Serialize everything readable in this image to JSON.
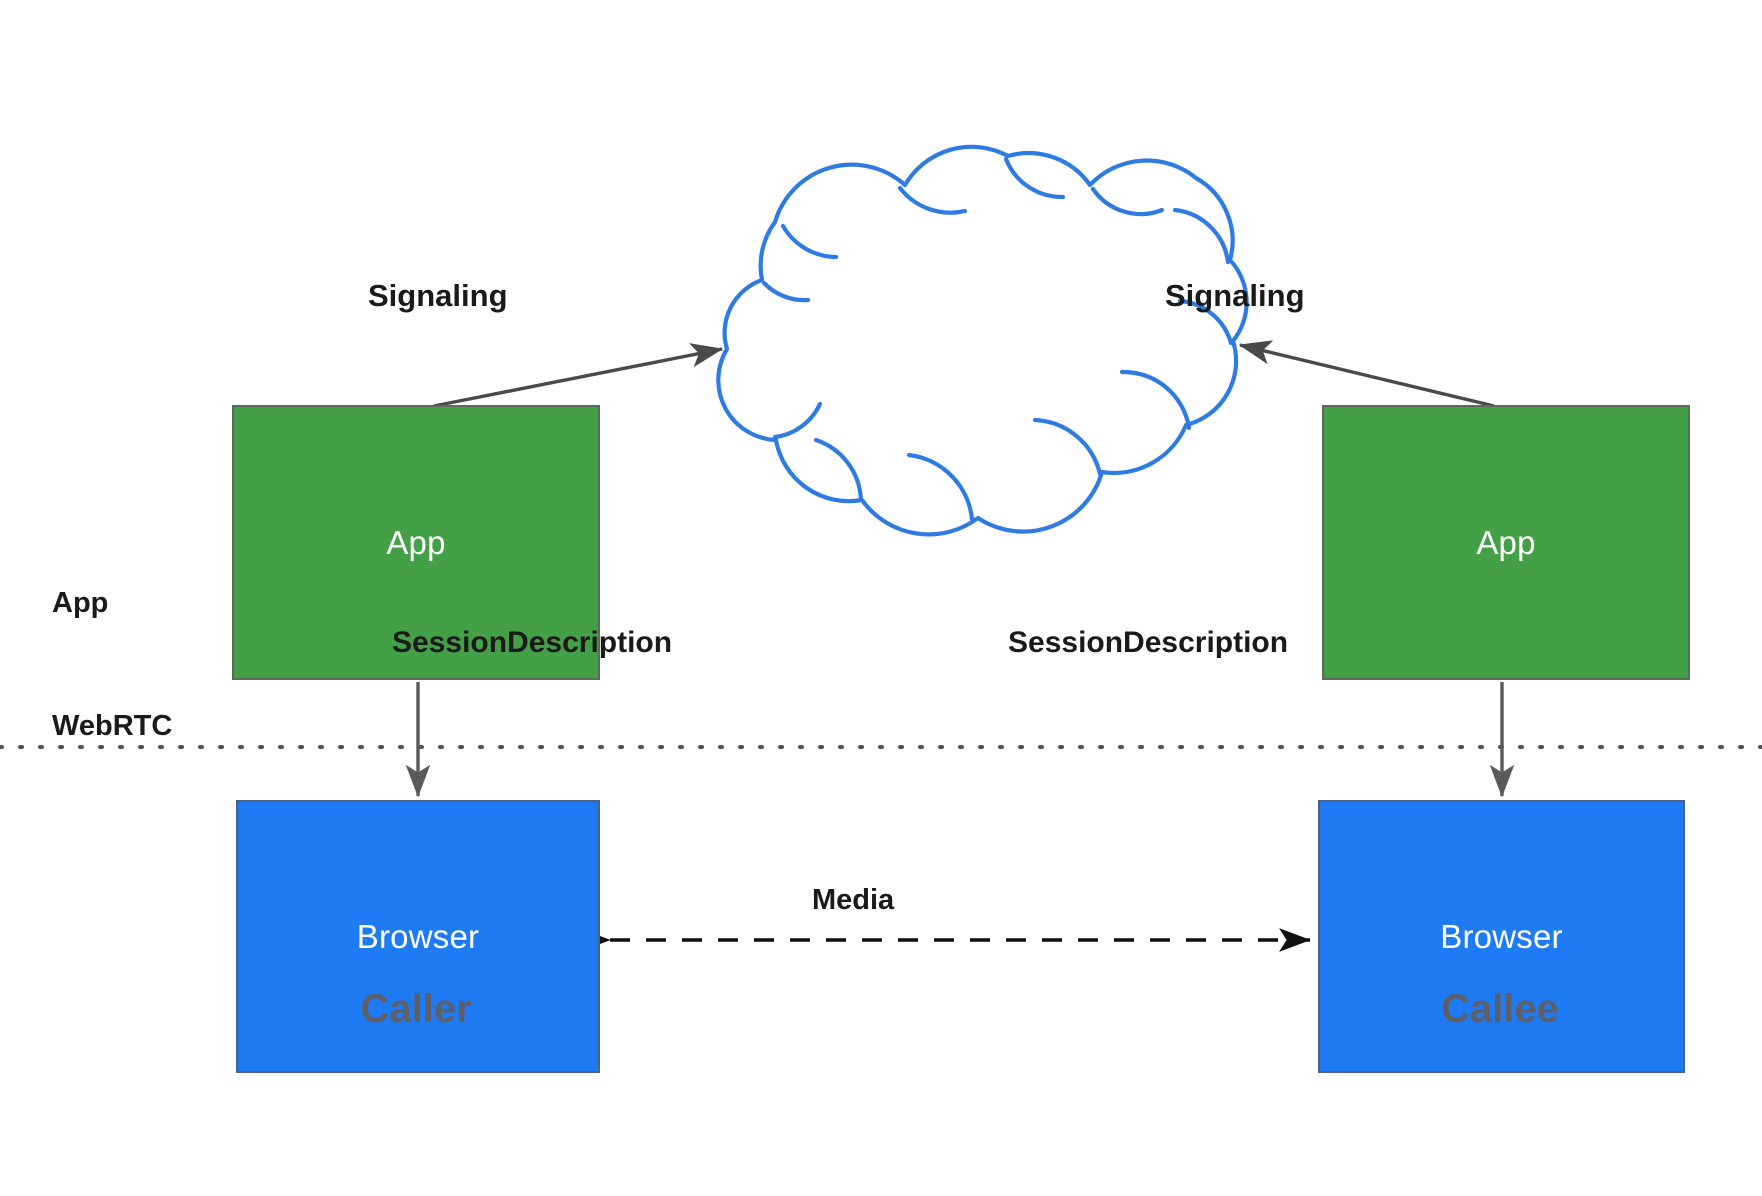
{
  "diagram": {
    "title": "WebRTC signaling and media architecture",
    "background": "#ffffff",
    "colors": {
      "app_box_fill": "#43A047",
      "app_box_border": "#5A6B5A",
      "browser_box_fill": "#1E7BF4",
      "browser_box_border": "#4C6285",
      "cloud_stroke": "#2E7BE4",
      "arrow_stroke": "#4A4A4A",
      "media_arrow_stroke": "#111111",
      "divider_stroke": "#555555",
      "role_label_color": "#5E5E66",
      "edge_label_color": "#1a1a1a",
      "node_label_color": "#ffffff"
    },
    "nodes": {
      "app_left": {
        "label": "App"
      },
      "app_right": {
        "label": "App"
      },
      "browser_left": {
        "label": "Browser"
      },
      "browser_right": {
        "label": "Browser"
      },
      "cloud": {
        "label": ""
      }
    },
    "edges": {
      "signaling_left": {
        "label": "Signaling"
      },
      "signaling_right": {
        "label": "Signaling"
      },
      "session_left": {
        "label": "SessionDescription"
      },
      "session_right": {
        "label": "SessionDescription"
      },
      "media": {
        "label": "Media"
      }
    },
    "layers": {
      "app": "App",
      "webrtc": "WebRTC"
    },
    "roles": {
      "caller": "Caller",
      "callee": "Callee"
    }
  }
}
